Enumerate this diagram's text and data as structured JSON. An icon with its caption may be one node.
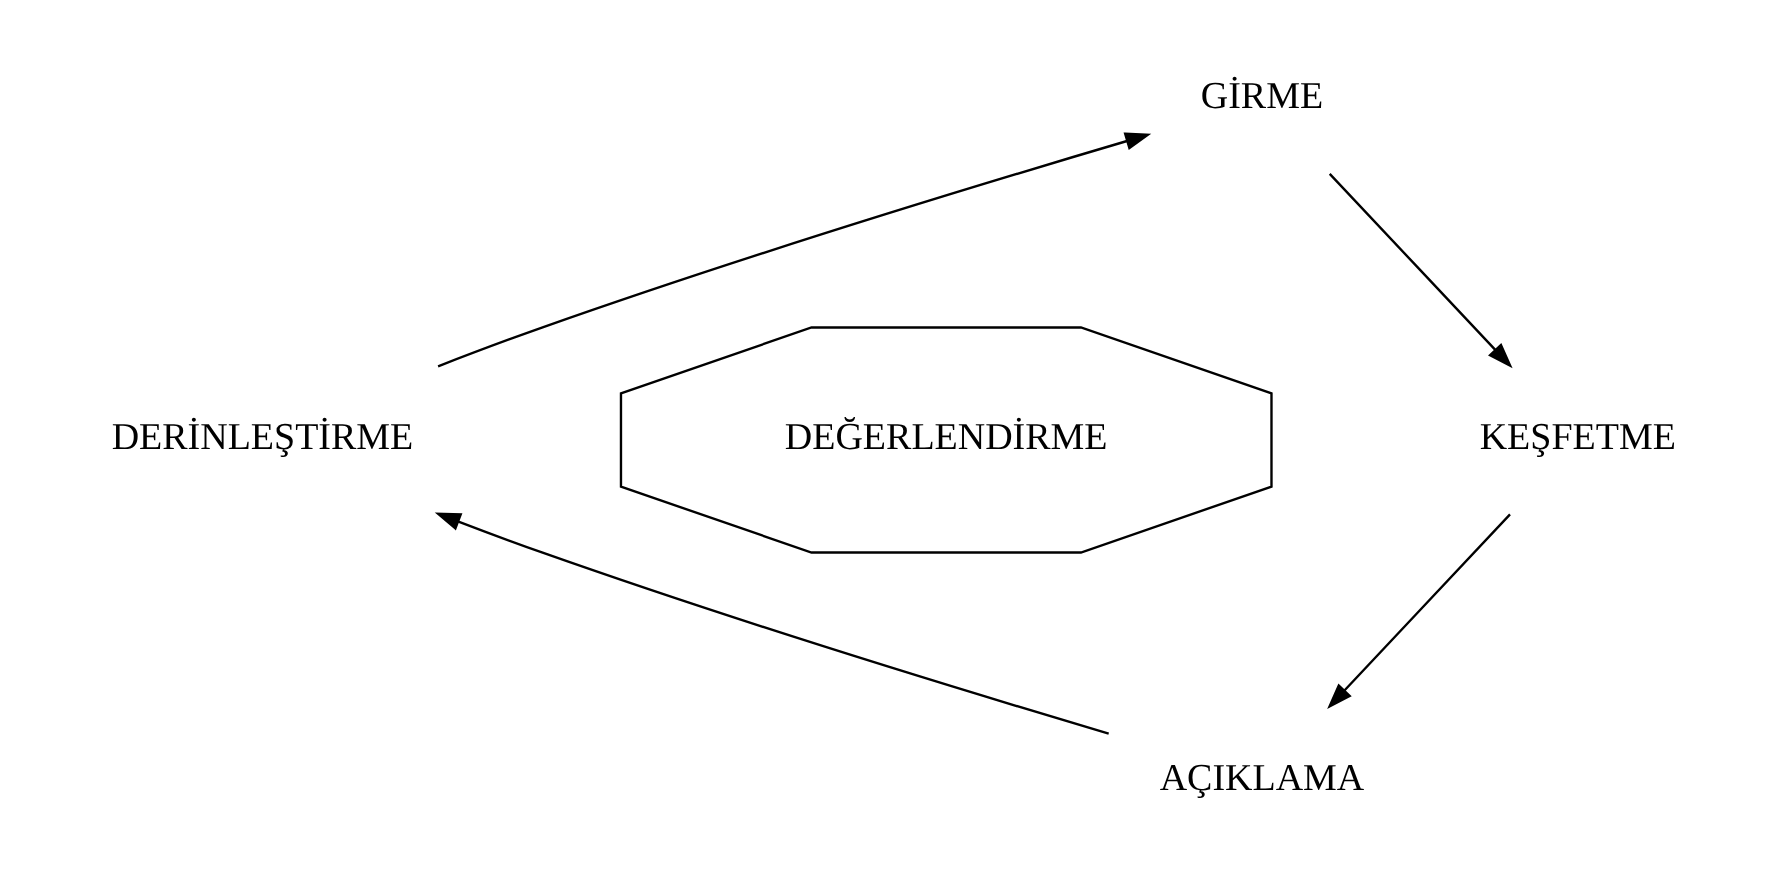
{
  "diagram": {
    "nodes": [
      {
        "text": [
          "GİRME"
        ]
      },
      {
        "text": [
          "KEŞFETME"
        ]
      },
      {
        "text": [
          "AÇIKLAMA"
        ]
      },
      {
        "text": [
          "DERİNLEŞTİRME"
        ]
      },
      {
        "text": [
          "DEĞERLENDİRME"
        ]
      }
    ],
    "edges": [
      {
        "from": 0,
        "to": 1,
        "arrow": "to"
      },
      {
        "from": 1,
        "to": 2,
        "arrow": "to"
      },
      {
        "from": 2,
        "to": 3,
        "arrow": "to"
      },
      {
        "from": 3,
        "to": 0,
        "arrow": "to"
      }
    ]
  }
}
